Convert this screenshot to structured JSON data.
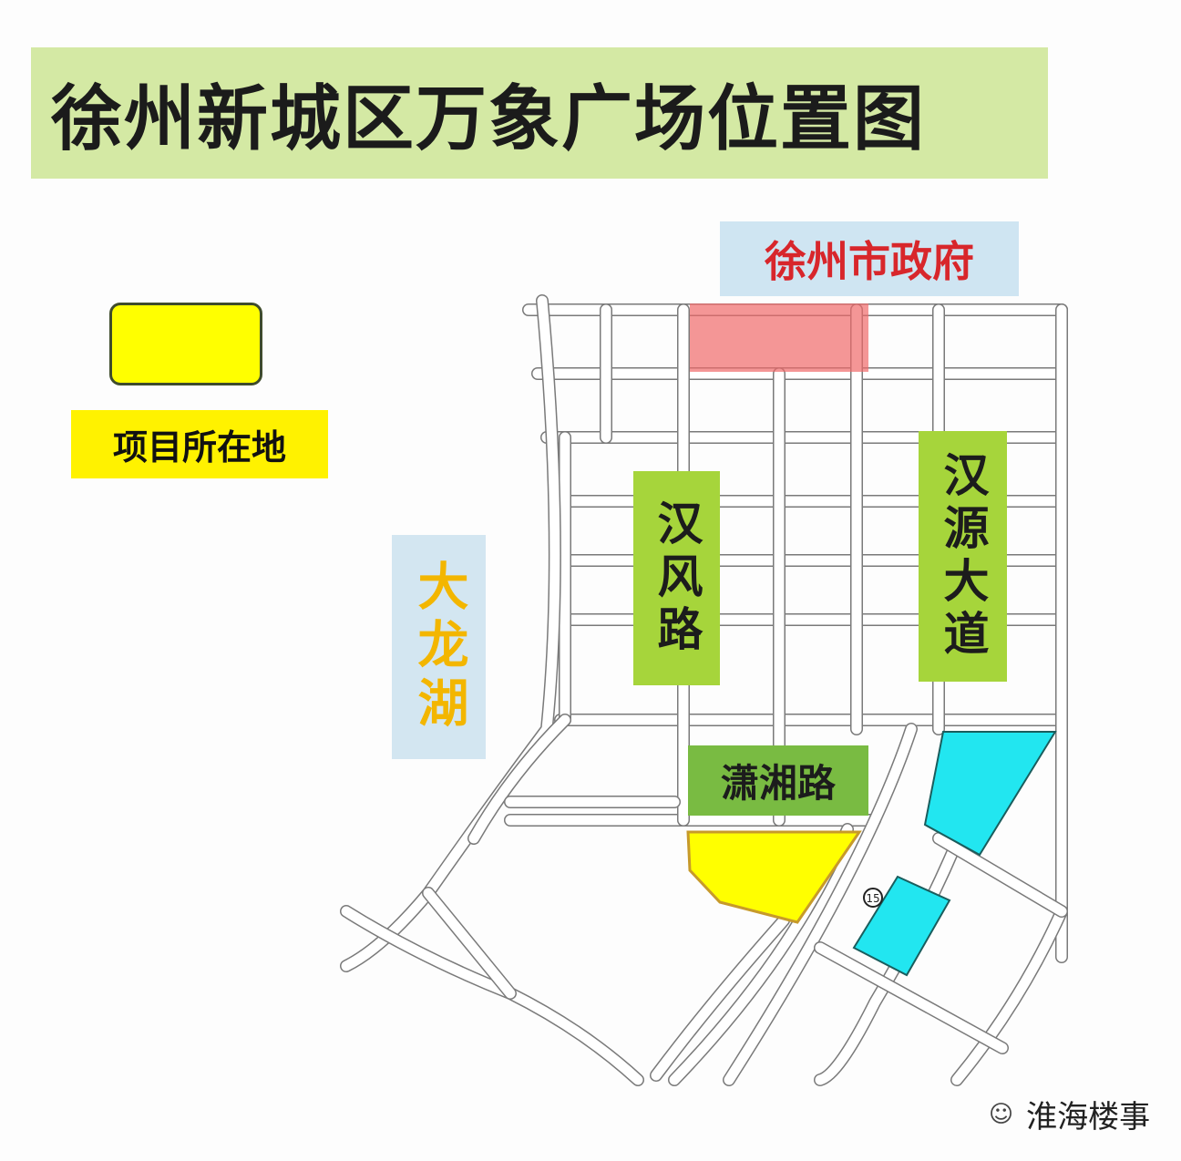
{
  "title": "徐州新城区万象广场位置图",
  "labels": {
    "government": "徐州市政府",
    "legend": "项目所在地",
    "lake": "大龙湖",
    "hanfeng_road": "汉风路",
    "hanyuan_avenue": "汉源大道",
    "xiaoxiang_road": "潇湘路"
  },
  "map_marker": "15",
  "watermark": "淮海楼事",
  "colors": {
    "project": "#ffff00",
    "government_area": "#f06a6a",
    "commercial": "#22e6f0",
    "road_label": "#a6d53b"
  }
}
